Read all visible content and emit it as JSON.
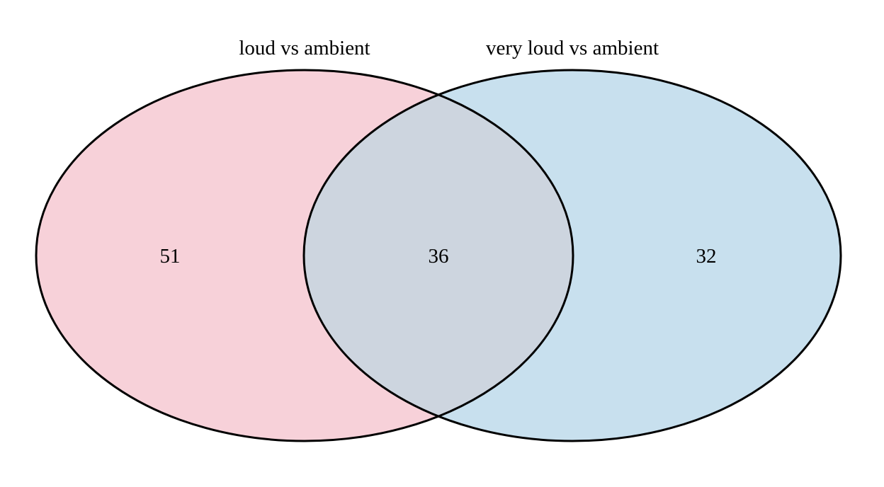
{
  "diagram": {
    "type": "venn",
    "sets": [
      {
        "name": "loud vs ambient",
        "fill": "#f7d1d9",
        "only_count": "51"
      },
      {
        "name": "very loud vs ambient",
        "fill": "#c8e0ee",
        "only_count": "32"
      }
    ],
    "intersection": {
      "count": "36",
      "fill": "#cdd5df"
    },
    "outline_color": "#000000"
  }
}
